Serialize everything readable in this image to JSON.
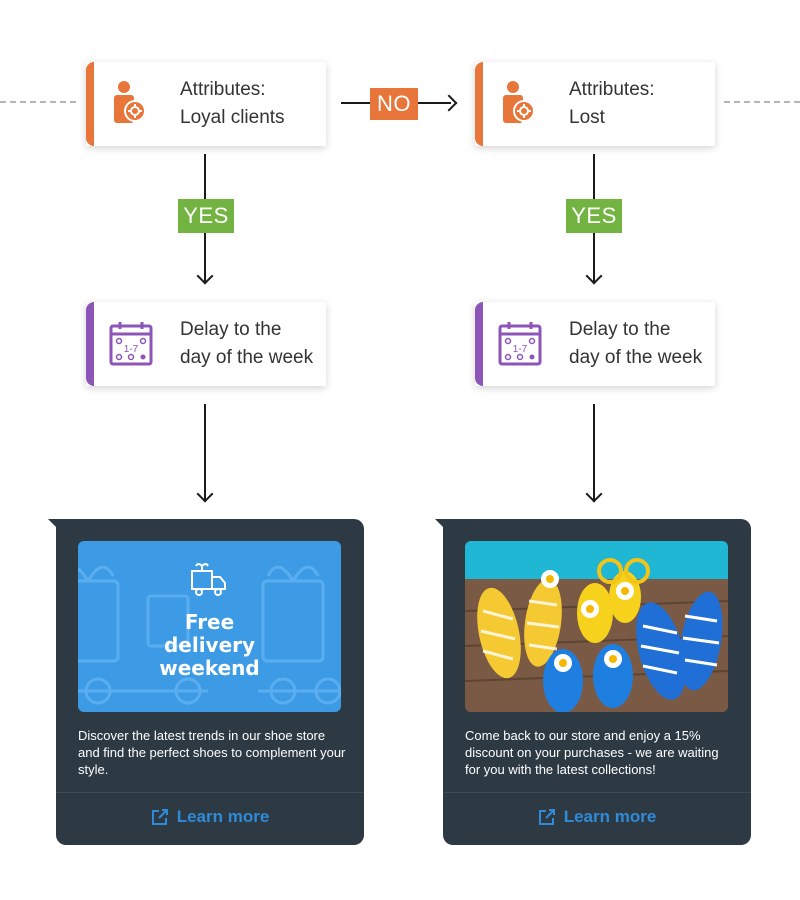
{
  "colors": {
    "attribute_accent": "#e8763a",
    "delay_accent": "#8e55b8",
    "no_label_bg": "#e8763a",
    "yes_label_bg": "#72b342",
    "card_bg": "#2d3a44",
    "cta_color": "#2f8ad8",
    "promo_bg": "#3d9be6"
  },
  "flow": {
    "left_attribute": {
      "line1": "Attributes:",
      "line2": "Loyal clients",
      "icon": "person-gear-icon"
    },
    "right_attribute": {
      "line1": "Attributes:",
      "line2": "Lost",
      "icon": "person-gear-icon"
    },
    "no_label": "NO",
    "yes_label_left": "YES",
    "yes_label_right": "YES",
    "left_delay": {
      "line1": "Delay to the",
      "line2": "day of the week",
      "icon": "calendar-icon"
    },
    "right_delay": {
      "line1": "Delay to the",
      "line2": "day of the week",
      "icon": "calendar-icon"
    },
    "calendar_icon_text": "1-7"
  },
  "cards": {
    "left": {
      "promo_title": [
        "Free",
        "delivery",
        "weekend"
      ],
      "promo_icon": "delivery-truck-icon",
      "description": "Discover the latest trends in our shoe store and find the perfect shoes to complement your style.",
      "cta_label": "Learn more",
      "cta_icon": "external-link-icon"
    },
    "right": {
      "image": "flip-flops-photo",
      "description": "Come back to our store and enjoy a 15% discount on your purchases - we are waiting for you with the latest collections!",
      "cta_label": "Learn more",
      "cta_icon": "external-link-icon"
    }
  }
}
